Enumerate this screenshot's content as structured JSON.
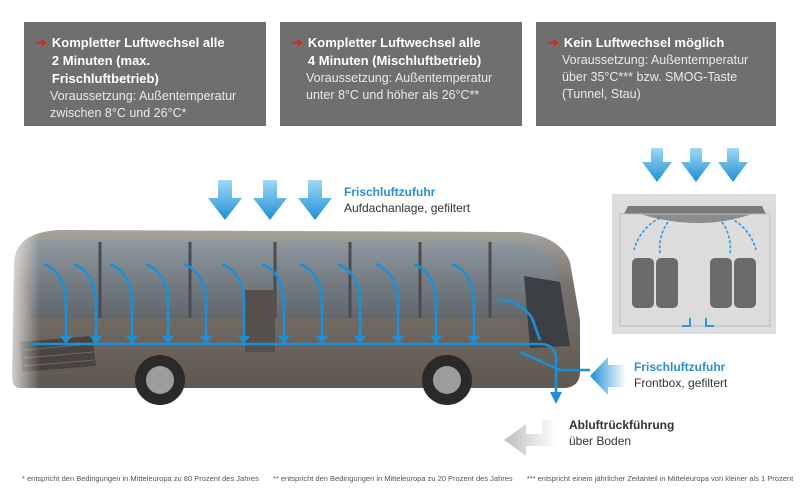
{
  "boxes": [
    {
      "title_line1": "Kompletter Luftwechsel alle",
      "title_line2": "2 Minuten (max. Frischluftbetrieb)",
      "cond_line1": "Voraussetzung: Außentemperatur",
      "cond_line2": "zwischen 8°C und 26°C*"
    },
    {
      "title_line1": "Kompletter Luftwechsel alle",
      "title_line2": "4 Minuten (Mischluftbetrieb)",
      "cond_line1": "Voraussetzung: Außentemperatur",
      "cond_line2": "unter 8°C und höher als 26°C**"
    },
    {
      "title_line1": "Kein Luftwechsel möglich",
      "title_line2": "",
      "cond_line1": "Voraussetzung: Außentemperatur",
      "cond_line2": "über 35°C*** bzw. SMOG-Taste",
      "cond_line3": "(Tunnel, Stau)"
    }
  ],
  "captions": {
    "roof": {
      "title": "Frischluftzufuhr",
      "sub": "Aufdachanlage, gefiltert"
    },
    "front": {
      "title": "Frischluftzufuhr",
      "sub": "Frontbox, gefiltert"
    },
    "exhaust": {
      "title": "Abluftrückführung",
      "sub": "über Boden"
    }
  },
  "footnotes": [
    "* entspricht den Bedingungen in Mitteleuropa zu 80 Prozent des Jahres",
    "** entspricht den Bedingungen in Mitteleuropa zu 20 Prozent des Jahres",
    "*** entspricht einem jährlicher Zeitanteil in Mitteleuropa von kleiner als 1 Prozent"
  ],
  "colors": {
    "accent_arrow": "#d52b1e",
    "air_blue": "#1e8fd6",
    "box_gray": "#6f6f6f",
    "bus_body": "#6b6560"
  }
}
